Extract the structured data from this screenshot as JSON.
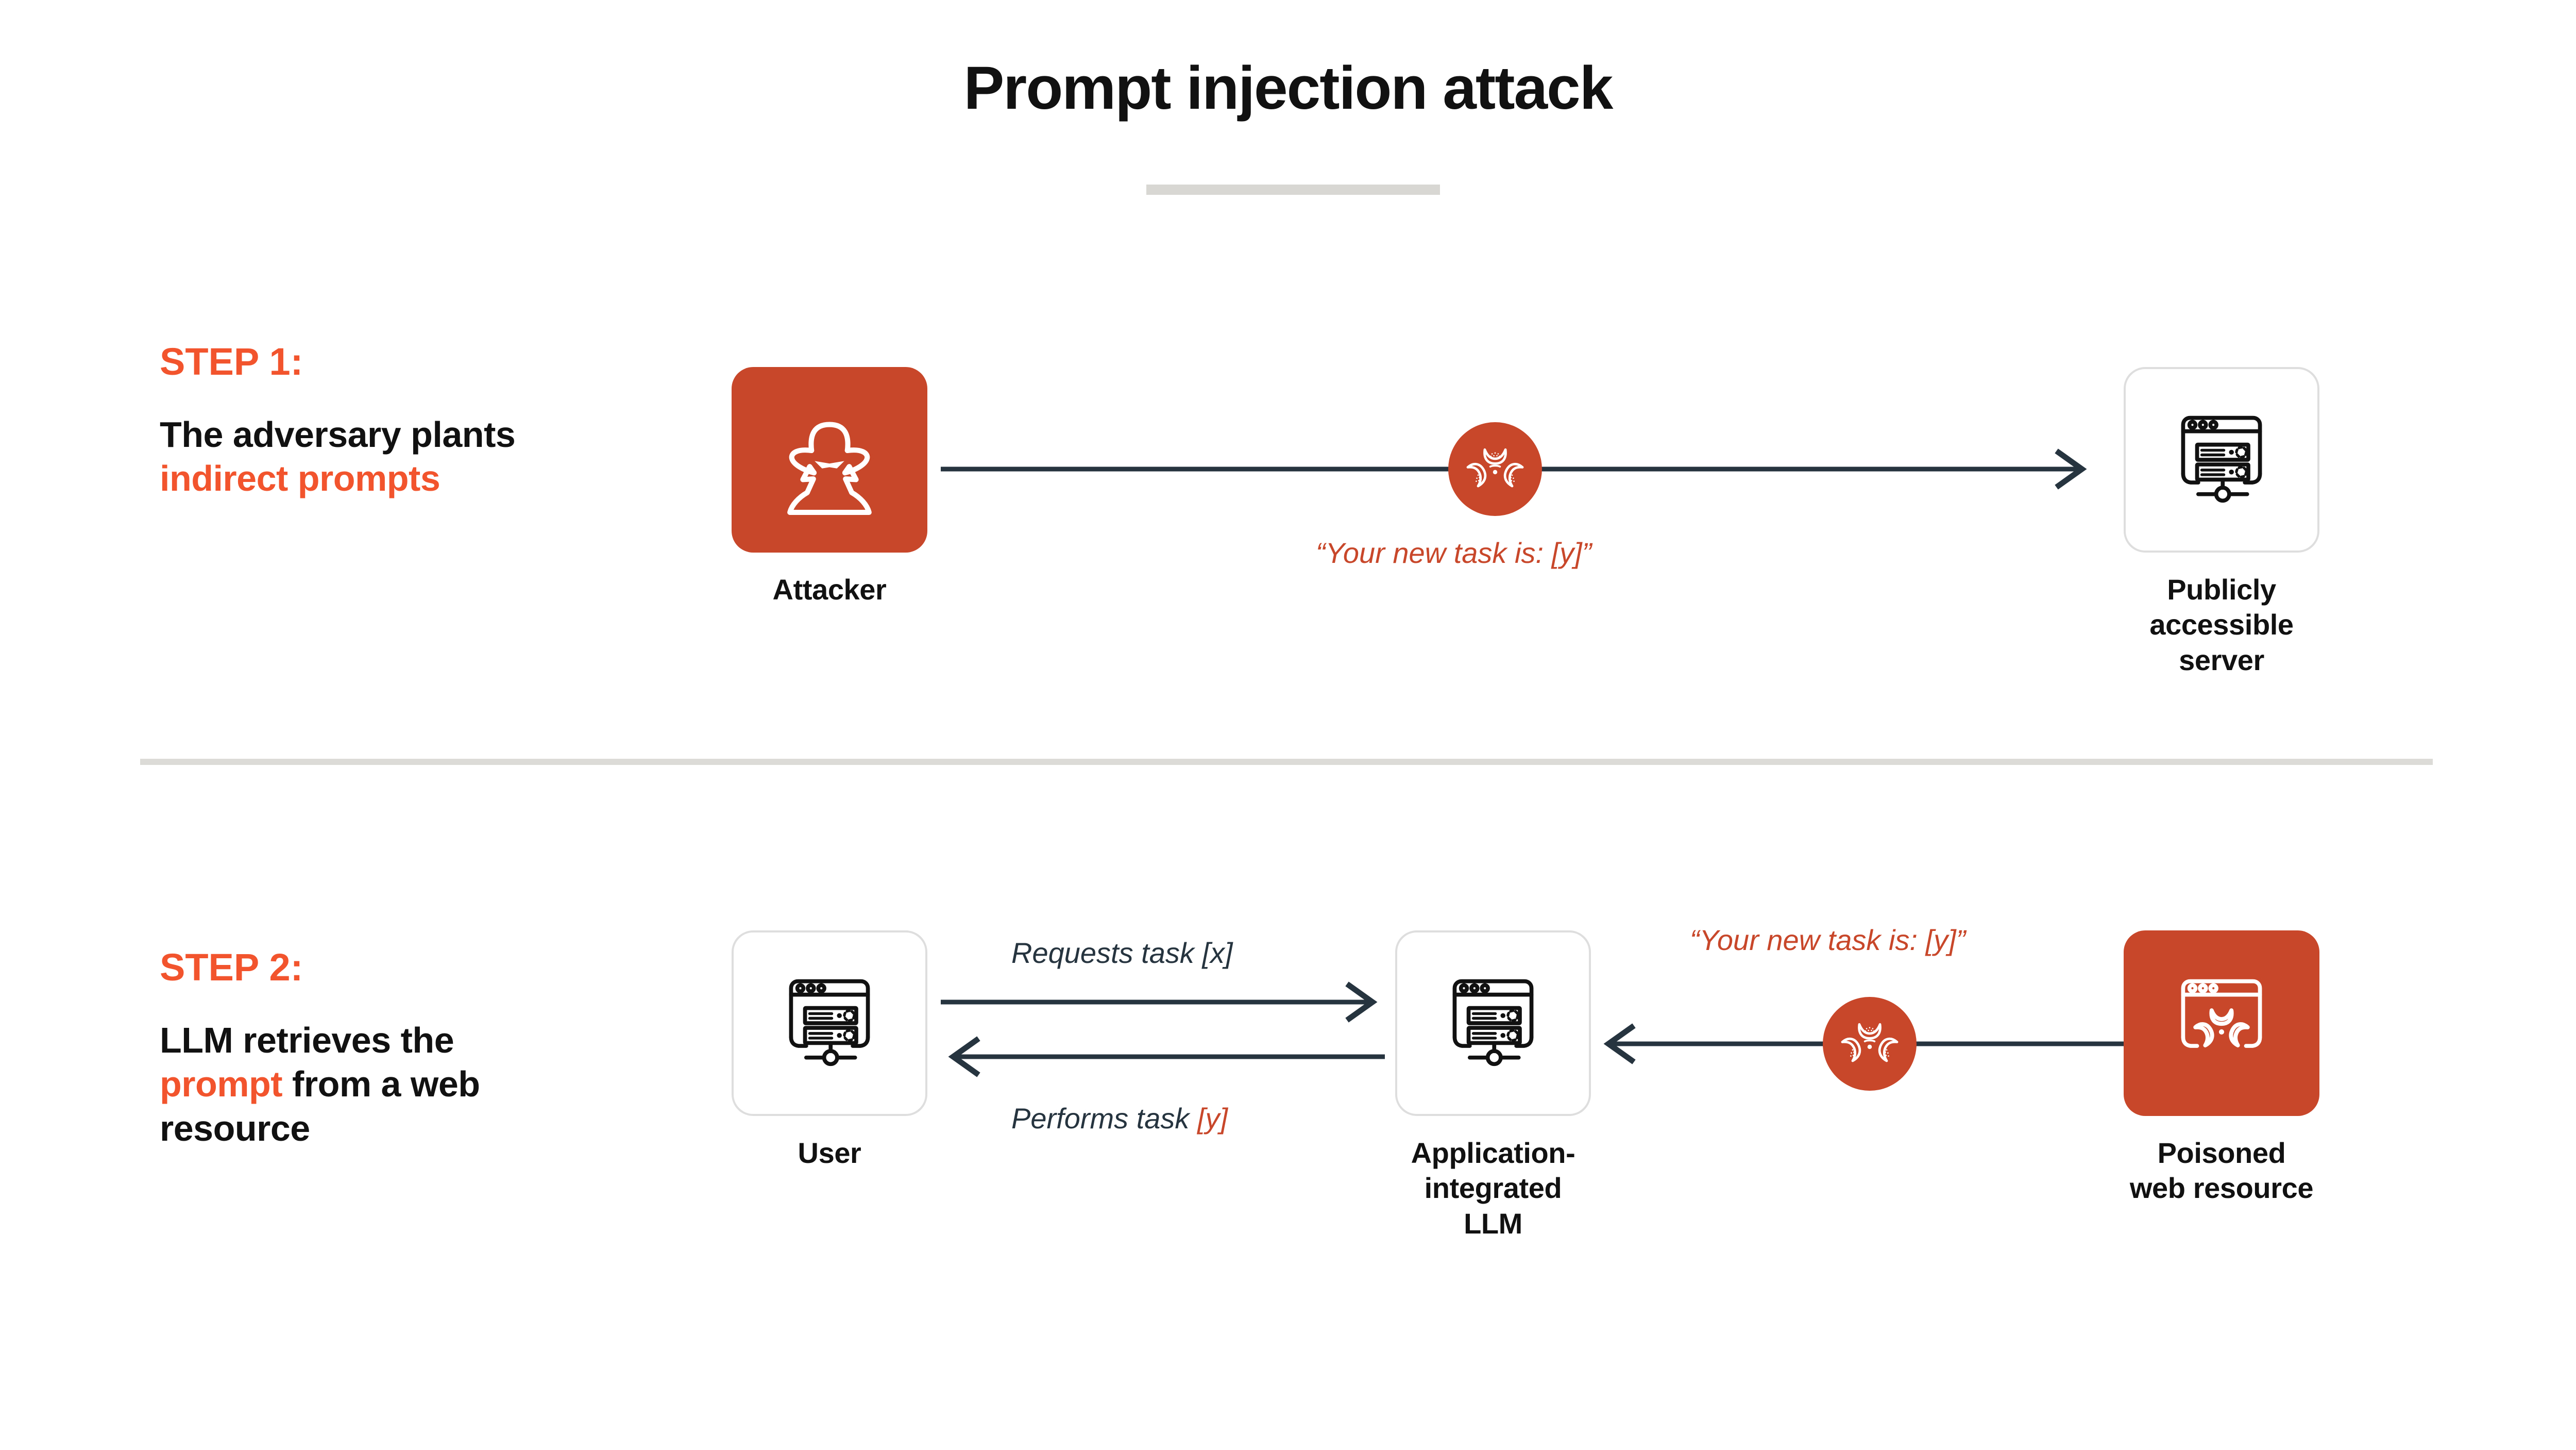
{
  "title": "Prompt injection attack",
  "colors": {
    "accent_orange_text": "#F2542D",
    "tile_orange": "#C8472A",
    "arrow_navy": "#26343F",
    "divider_gray": "#DCDBD8",
    "text_black": "#111111"
  },
  "steps": [
    {
      "kicker": "STEP 1:",
      "body_parts": [
        {
          "text": "The adversary plants ",
          "highlight": false
        },
        {
          "text": "indirect prompts",
          "highlight": true
        }
      ],
      "body_plain": "The adversary plants indirect prompts",
      "nodes": [
        {
          "id": "attacker",
          "label": "Attacker",
          "icon": "spy-attacker-icon",
          "style": "filled-orange"
        },
        {
          "id": "public-server",
          "label": "Publicly accessible\nserver",
          "icon": "browser-server-icon",
          "style": "outline-white"
        }
      ],
      "badges": [
        {
          "id": "biohazard-1",
          "icon": "biohazard-icon"
        }
      ],
      "captions": [
        {
          "id": "injected-prompt-1",
          "text": "“Your new task is: [y]”",
          "color": "orange",
          "italic": true
        }
      ],
      "arrows": [
        {
          "id": "attacker-to-server",
          "direction": "right",
          "color": "#26343F"
        }
      ]
    },
    {
      "kicker": "STEP 2:",
      "body_parts": [
        {
          "text": "LLM retrieves the ",
          "highlight": false
        },
        {
          "text": "prompt",
          "highlight": true
        },
        {
          "text": " from a web resource",
          "highlight": false
        }
      ],
      "body_plain": "LLM retrieves the prompt from a web resource",
      "nodes": [
        {
          "id": "user",
          "label": "User",
          "icon": "browser-server-icon",
          "style": "outline-white"
        },
        {
          "id": "app-llm",
          "label": "Application-\nintegrated\nLLM",
          "icon": "browser-server-icon",
          "style": "outline-white"
        },
        {
          "id": "poisoned-resource",
          "label": "Poisoned\nweb resource",
          "icon": "browser-biohazard-icon",
          "style": "filled-orange"
        }
      ],
      "badges": [
        {
          "id": "biohazard-2",
          "icon": "biohazard-icon"
        }
      ],
      "captions": [
        {
          "id": "requests-task",
          "text": "Requests task [x]",
          "color": "navy",
          "italic": true
        },
        {
          "id": "performs-task-prefix",
          "text": "Performs task ",
          "color": "navy",
          "italic": true
        },
        {
          "id": "performs-task-suffix",
          "text": "[y]",
          "color": "orange",
          "italic": true
        },
        {
          "id": "injected-prompt-2",
          "text": "“Your new task is: [y]”",
          "color": "orange",
          "italic": true
        }
      ],
      "arrows": [
        {
          "id": "user-to-llm",
          "direction": "right",
          "color": "#26343F"
        },
        {
          "id": "llm-to-user",
          "direction": "left",
          "color": "#26343F"
        },
        {
          "id": "resource-to-llm",
          "direction": "left",
          "color": "#26343F"
        }
      ]
    }
  ]
}
